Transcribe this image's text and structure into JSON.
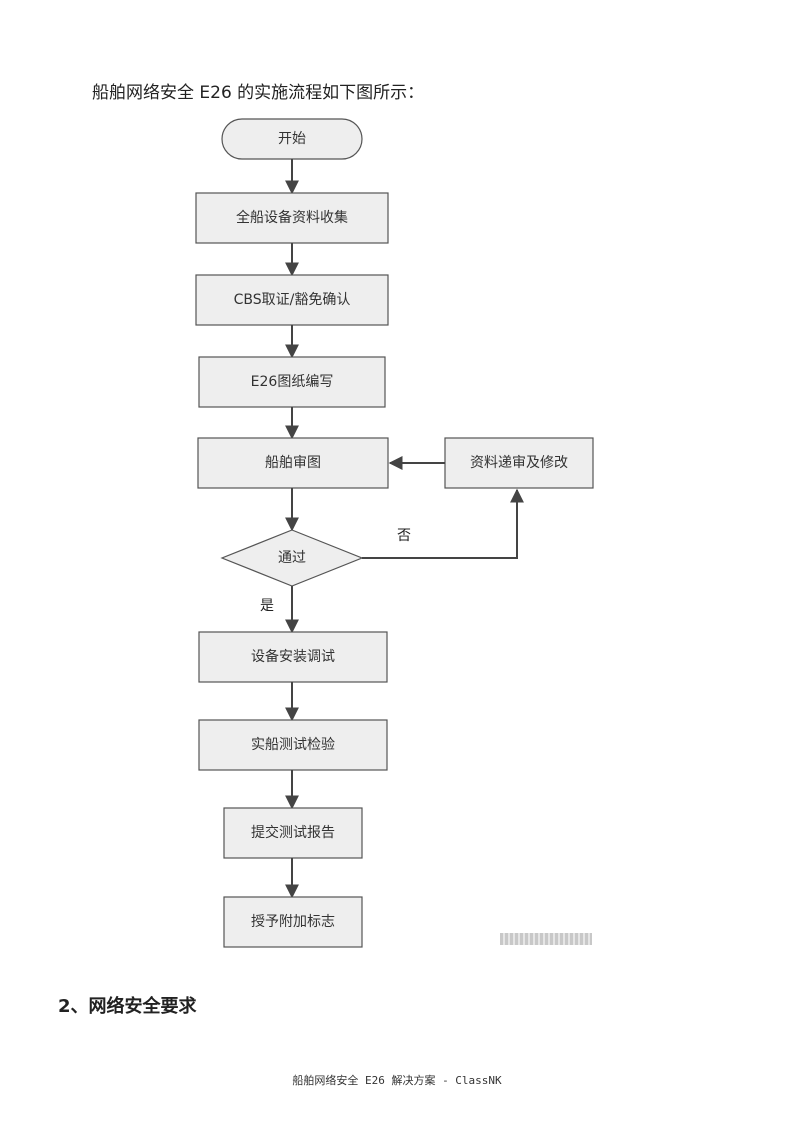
{
  "intro": "船舶网络安全 E26 的实施流程如下图所示：",
  "flow": {
    "start": "开始",
    "step1": "全船设备资料收集",
    "step2": "CBS取证/豁免确认",
    "step3": "E26图纸编写",
    "step4": "船舶审图",
    "revise": "资料递审及修改",
    "decision": "通过",
    "no": "否",
    "yes": "是",
    "step5": "设备安装调试",
    "step6": "实船测试检验",
    "step7": "提交测试报告",
    "step8": "授予附加标志"
  },
  "section_heading": "2、网络安全要求",
  "footer": "船舶网络安全 E26 解决方案 - ClassNK"
}
